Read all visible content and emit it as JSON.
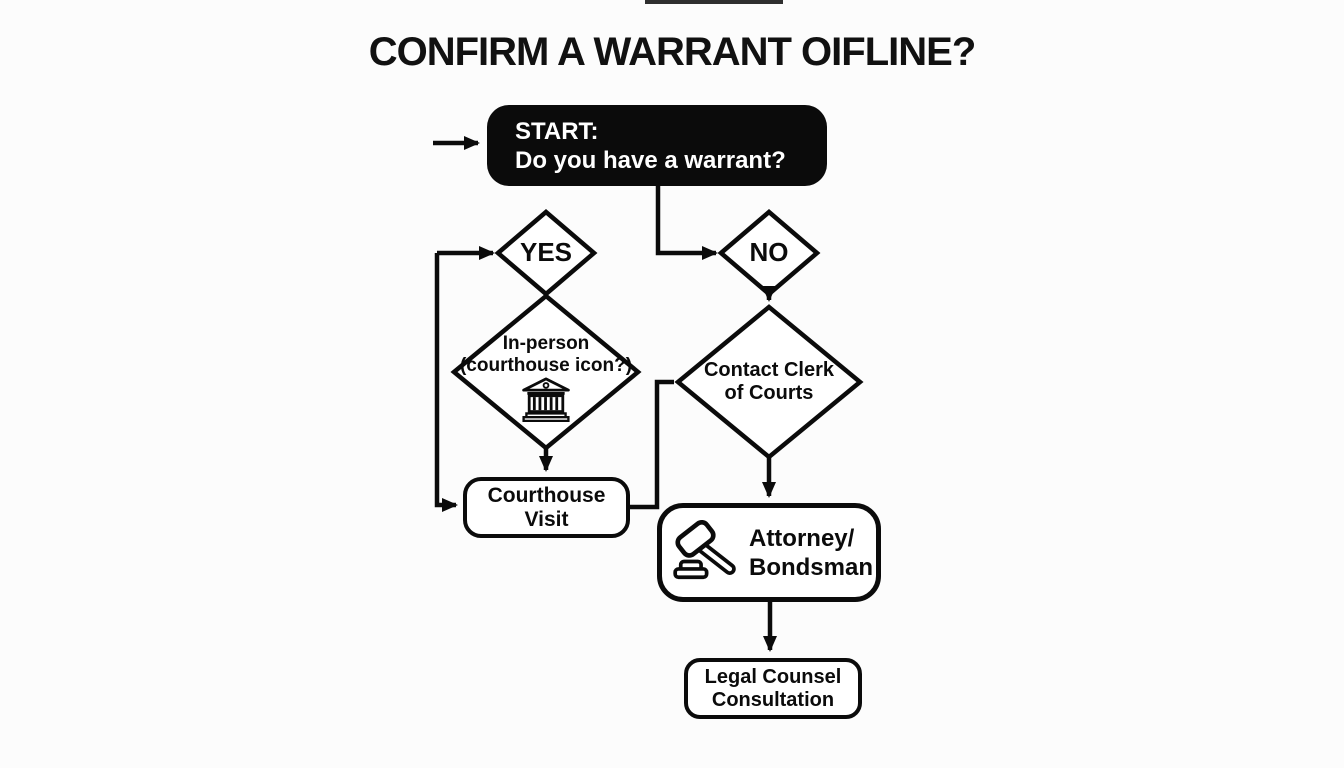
{
  "title": "CONFIRM A WARRANT OIFLINE?",
  "colors": {
    "ink": "#0b0b0b",
    "bg": "#fcfcfc",
    "node-fill": "#ffffff",
    "start-fill": "#0b0b0b",
    "start-text": "#ffffff"
  },
  "flowchart": {
    "start": {
      "line1": "START:",
      "line2": "Do you have a warrant?"
    },
    "yes": {
      "label": "YES"
    },
    "no": {
      "label": "NO"
    },
    "in_person": {
      "line1": "In-person",
      "line2": "(courthouse icon?)",
      "icon": "courthouse-icon"
    },
    "contact_clerk": {
      "line1": "Contact Clerk",
      "line2": "of Courts"
    },
    "courthouse_visit": {
      "line1": "Courthouse",
      "line2": "Visit"
    },
    "attorney": {
      "line1": "Attorney/",
      "line2": "Bondsman",
      "icon": "gavel-icon"
    },
    "legal_counsel": {
      "line1": "Legal Counsel",
      "line2": "Consultation"
    }
  }
}
